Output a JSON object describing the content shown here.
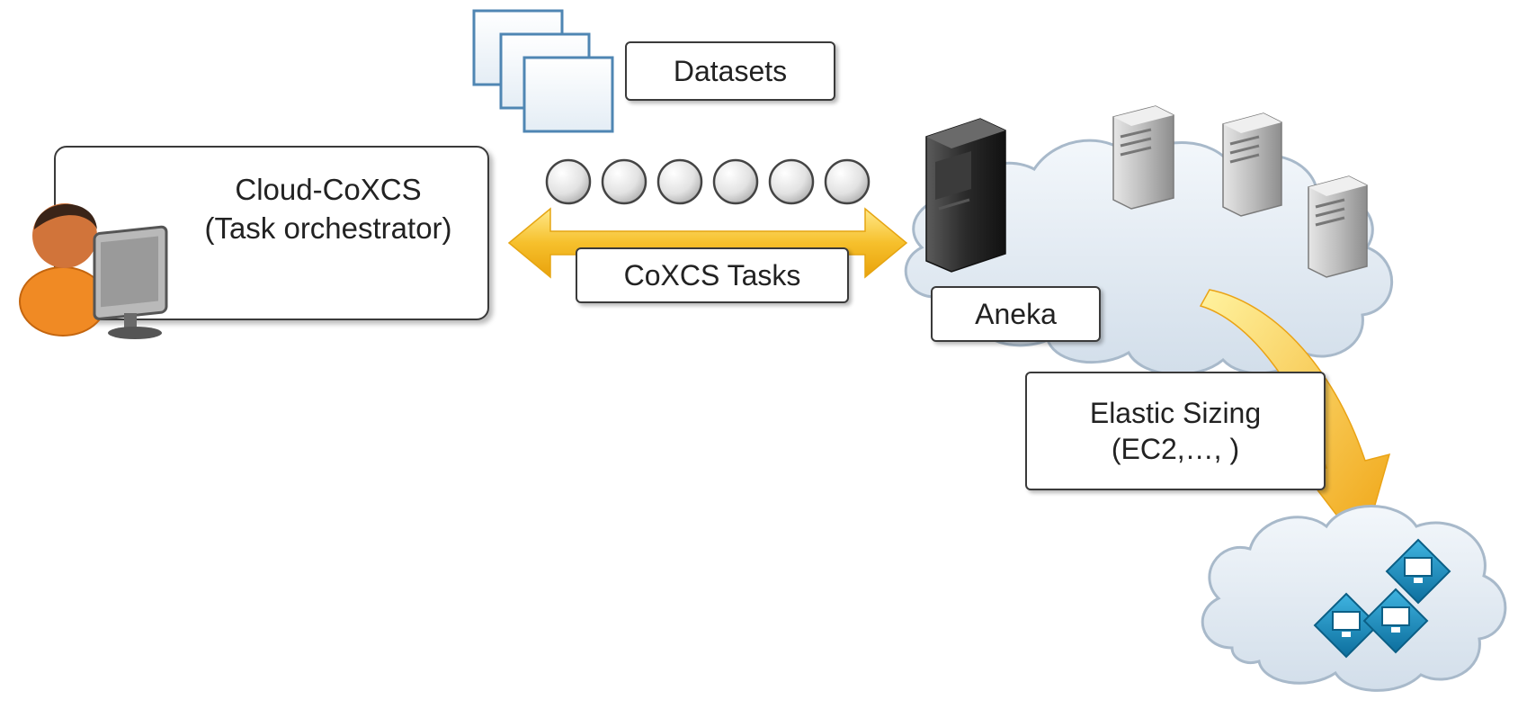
{
  "orchestrator": {
    "name": "Cloud-CoXCS",
    "role": "(Task orchestrator)"
  },
  "datasets_label": "Datasets",
  "tasks_label": "CoXCS Tasks",
  "aneka_label": "Aneka",
  "elastic": {
    "line1": "Elastic Sizing",
    "line2": "(EC2,…, )"
  },
  "task_queue_count": 6,
  "icons": {
    "user": "user-at-computer-icon",
    "datasets": "document-stack-icon",
    "server_dark": "server-tower-icon",
    "server_light": "server-tower-icon",
    "cloud": "cloud-icon",
    "vm": "virtual-machine-icon",
    "arrow_both": "double-arrow-icon",
    "arrow_curved": "curved-arrow-icon"
  },
  "colors": {
    "arrow": "#f2b21b",
    "arrow_light": "#ffe27a",
    "cloud_fill": "#dfe8f2",
    "cloud_stroke": "#9fb2c6",
    "task_circle": "#d9d9d9",
    "vm_blue": "#1d8fc1"
  }
}
